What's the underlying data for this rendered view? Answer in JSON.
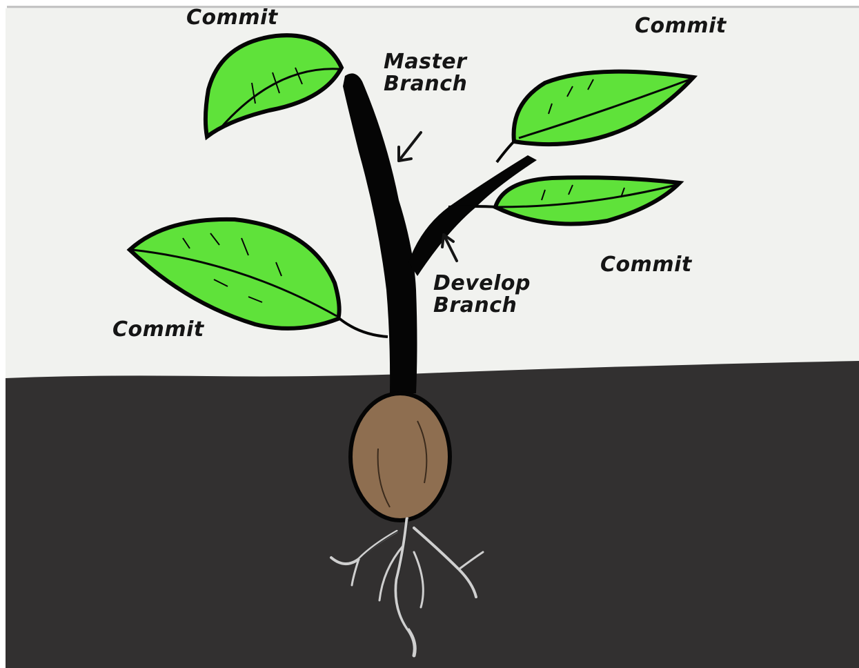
{
  "colors": {
    "sky": "#f1f2ef",
    "soil": "#323030",
    "leaf": "#5fe23a",
    "leaf_dark": "#3fb01f",
    "stem": "#050505",
    "seed": "#8e6e50",
    "roots": "#cfcfcf",
    "text": "#151515"
  },
  "labels": {
    "commit_top_left": "Commit",
    "commit_top_right": "Commit",
    "commit_mid_right": "Commit",
    "commit_bottom_left": "Commit",
    "master_branch": {
      "line1": "Master",
      "line2": "Branch"
    },
    "develop_branch": {
      "line1": "Develop",
      "line2": "Branch"
    }
  },
  "icons": [
    "arrow-to-master-icon",
    "arrow-to-develop-icon"
  ]
}
